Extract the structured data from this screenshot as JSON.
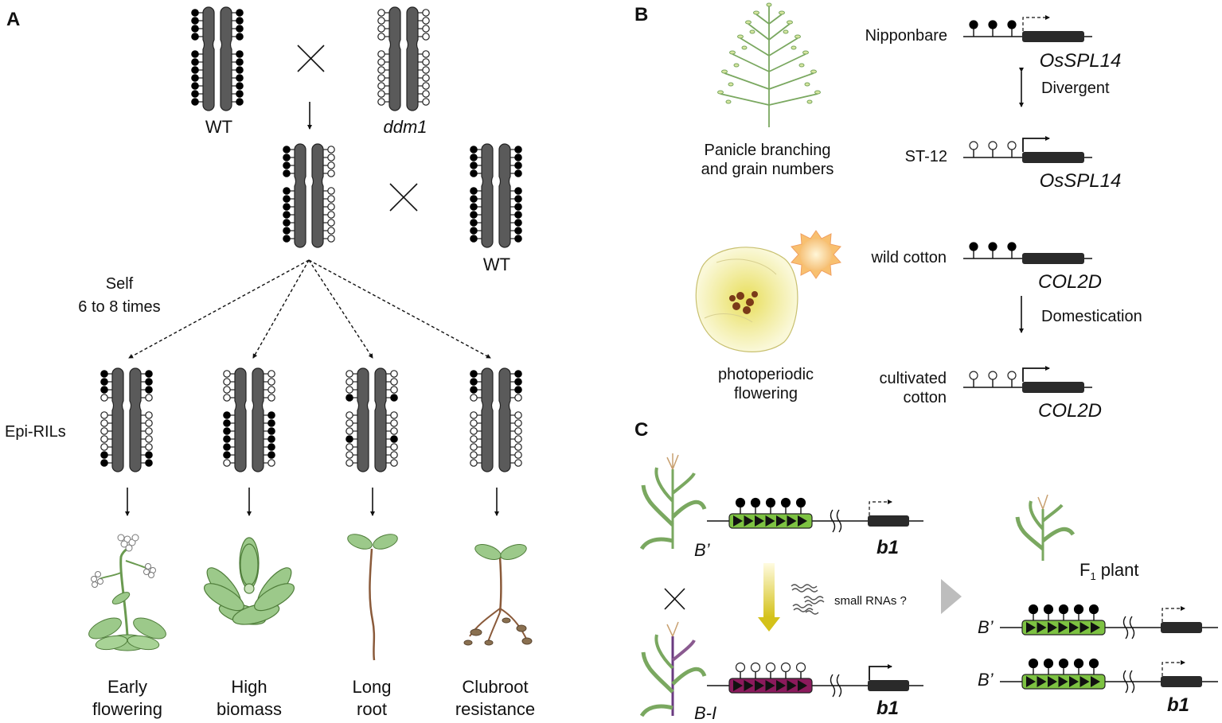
{
  "panels": {
    "a": {
      "letter": "A",
      "parent1": "WT",
      "parent2": "ddm1",
      "backcross_parent": "WT",
      "self_line1": "Self",
      "self_line2": "6 to 8 times",
      "epi_label": "Epi-RILs",
      "phenotypes": [
        {
          "line1": "Early",
          "line2": "flowering"
        },
        {
          "line1": "High",
          "line2": "biomass"
        },
        {
          "line1": "Long",
          "line2": "root"
        },
        {
          "line1": "Clubroot",
          "line2": "resistance"
        }
      ]
    },
    "b": {
      "letter": "B",
      "rice_trait_line1": "Panicle branching",
      "rice_trait_line2": "and grain numbers",
      "nipponbare": "Nipponbare",
      "st12": "ST-12",
      "gene1": "OsSPL14",
      "divergent": "Divergent",
      "cotton_trait_line1": "photoperiodic",
      "cotton_trait_line2": "flowering",
      "wild_cotton": "wild cotton",
      "cultivated_line1": "cultivated",
      "cultivated_line2": "cotton",
      "gene2": "COL2D",
      "domestication": "Domestication"
    },
    "c": {
      "letter": "C",
      "b_prime": "B’",
      "b_i": "B-I",
      "gene": "b1",
      "small_rnas": "small RNAs ?",
      "f1_plant": "F",
      "f1_sub": "1",
      "f1_word": " plant"
    }
  },
  "colors": {
    "chromosome": "#5a5a5a",
    "green_repeat": "#7dc242",
    "purple_repeat": "#8b1a5c",
    "arrow_yellow": "#d4c21a",
    "gray_arrow": "#bdbdbd",
    "leaf_green": "#9cc98a",
    "flower_yellow": "#f4f0b0"
  }
}
